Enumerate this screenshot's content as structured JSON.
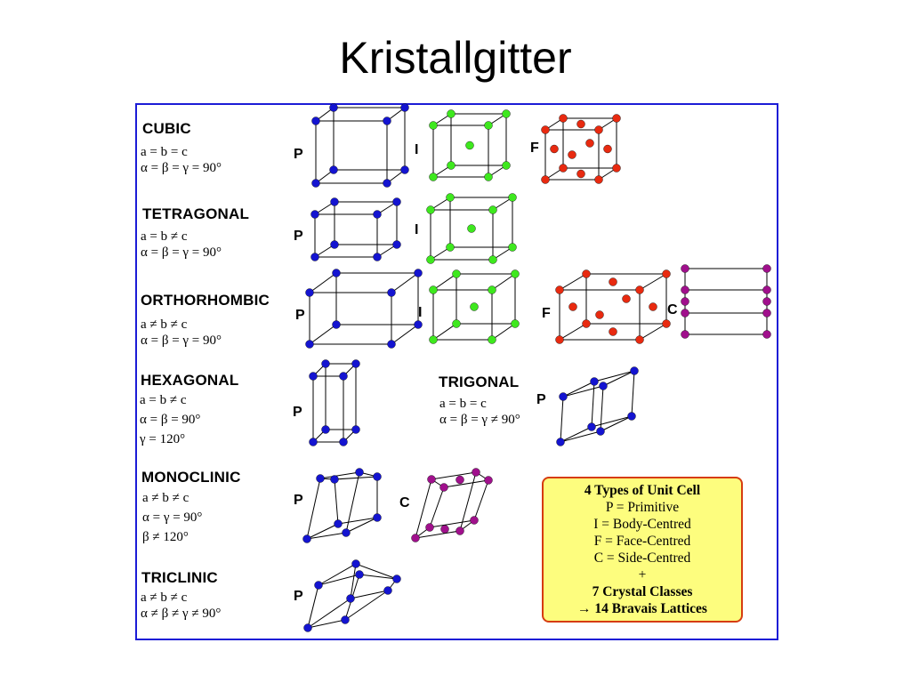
{
  "title": "Kristallgitter",
  "systems": [
    {
      "name": "CUBIC",
      "params": [
        "a = b = c",
        "α = β = γ = 90°"
      ],
      "lattices": [
        "P",
        "I",
        "F"
      ]
    },
    {
      "name": "TETRAGONAL",
      "params": [
        "a = b ≠ c",
        "α = β = γ = 90°"
      ],
      "lattices": [
        "P",
        "I"
      ]
    },
    {
      "name": "ORTHORHOMBIC",
      "params": [
        "a ≠ b ≠ c",
        "α = β = γ = 90°"
      ],
      "lattices": [
        "P",
        "I",
        "F",
        "C"
      ]
    },
    {
      "name": "HEXAGONAL",
      "params": [
        "a = b ≠ c",
        "α = β = 90°",
        "γ = 120°"
      ],
      "lattices": [
        "P"
      ]
    },
    {
      "name": "TRIGONAL",
      "params": [
        "a = b = c",
        "α = β = γ ≠ 90°"
      ],
      "lattices": [
        "P"
      ]
    },
    {
      "name": "MONOCLINIC",
      "params": [
        "a ≠ b ≠ c",
        "α = γ = 90°",
        "β ≠ 120°"
      ],
      "lattices": [
        "P",
        "C"
      ]
    },
    {
      "name": "TRICLINIC",
      "params": [
        "a ≠ b ≠ c",
        "α ≠ β ≠ γ ≠ 90°"
      ],
      "lattices": [
        "P"
      ]
    }
  ],
  "legend": {
    "lines": [
      {
        "text": "4 Types of Unit Cell",
        "bold": true
      },
      {
        "text": "P = Primitive",
        "bold": false
      },
      {
        "text": "I = Body-Centred",
        "bold": false
      },
      {
        "text": "F = Face-Centred",
        "bold": false
      },
      {
        "text": "C = Side-Centred",
        "bold": false
      },
      {
        "text": "+",
        "bold": false
      },
      {
        "text": "7 Crystal Classes",
        "bold": true
      },
      {
        "text": "→ 14 Bravais Lattices",
        "bold": true
      }
    ]
  },
  "colors": {
    "frame": "#1c1cd6",
    "primitive_atom": "#1414d0",
    "body_centred_atom": "#3ee81e",
    "face_centred_atom": "#e82a10",
    "side_centred_atom": "#a0108c",
    "legend_fill": "#fdfd7e",
    "legend_border": "#d63c10"
  }
}
